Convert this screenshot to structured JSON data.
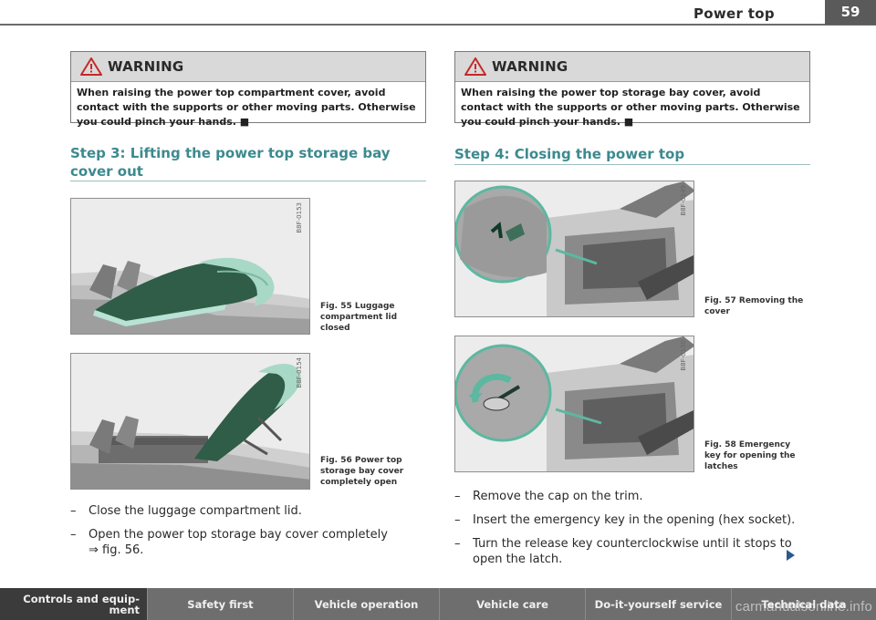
{
  "header": {
    "title": "Power top",
    "page_number": "59"
  },
  "warnings": [
    {
      "title": "WARNING",
      "text": "When raising the power top compartment cover, avoid contact with the supports or other moving parts. Otherwise you could pinch your hands. ■"
    },
    {
      "title": "WARNING",
      "text": "When raising the power top storage bay cover, avoid contact with the supports or other moving parts. Otherwise you could pinch your hands. ■"
    }
  ],
  "left": {
    "heading": "Step 3: Lifting the power top storage bay cover out",
    "figures": [
      {
        "code": "B8F-0153",
        "caption": "Fig. 55  Luggage compartment lid closed"
      },
      {
        "code": "B8F-0154",
        "caption": "Fig. 56  Power top storage bay cover completely open"
      }
    ],
    "bullets": [
      {
        "dash": "–",
        "text": "Close the luggage compartment lid."
      },
      {
        "dash": "–",
        "text": "Open the power top storage bay cover completely",
        "ref": "⇒ fig. 56."
      }
    ]
  },
  "right": {
    "heading": "Step 4: Closing the power top",
    "figures": [
      {
        "code": "B8F-0149",
        "caption": "Fig. 57  Removing the cover"
      },
      {
        "code": "B8F-0150",
        "caption": "Fig. 58  Emergency key for opening the latches"
      }
    ],
    "bullets": [
      {
        "dash": "–",
        "text": "Remove the cap on the trim."
      },
      {
        "dash": "–",
        "text": "Insert the emergency key in the opening (hex socket)."
      },
      {
        "dash": "–",
        "text": "Turn the release key counterclockwise until it stops to",
        "cont": "open the latch."
      }
    ]
  },
  "footer": {
    "tabs": [
      "Controls and equip-ment",
      "Safety first",
      "Vehicle operation",
      "Vehicle care",
      "Do-it-yourself service",
      "Technical data"
    ],
    "watermark": "carmanualsonline.info"
  },
  "colors": {
    "heading": "#3c8a8f",
    "cover_green": "#2f5d47",
    "footer_bg": "#6e6e6e"
  }
}
